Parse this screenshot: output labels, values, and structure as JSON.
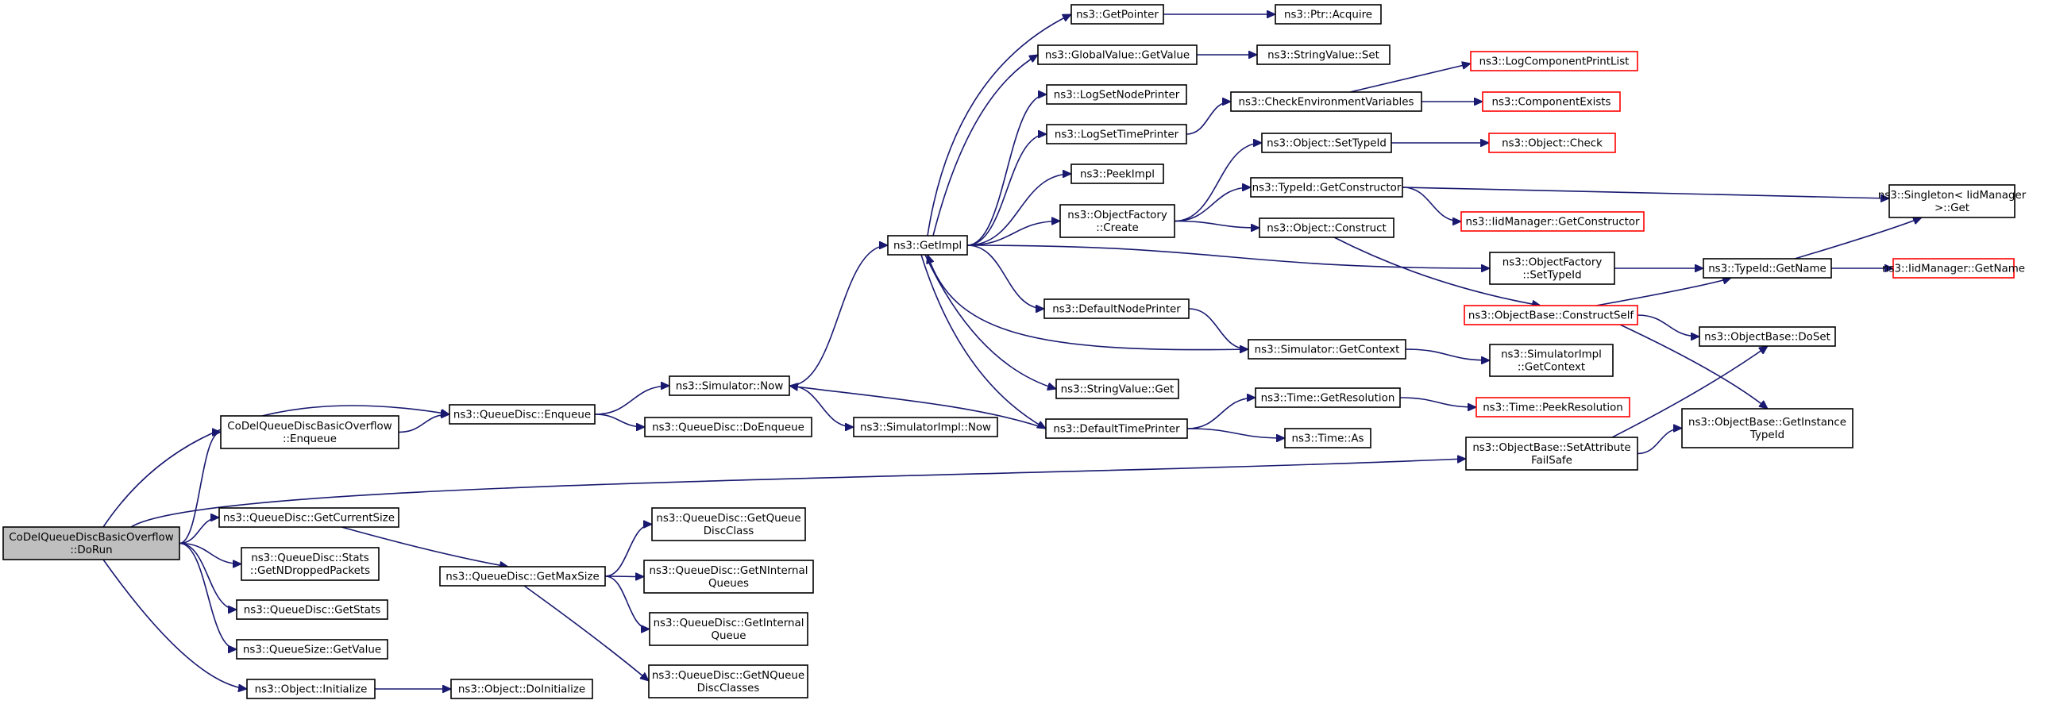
{
  "diagram": {
    "nodes": [
      {
        "id": "root",
        "lines": [
          "CoDelQueueDiscBasicOverflow",
          "::DoRun"
        ],
        "style": "root"
      },
      {
        "id": "codel_enq",
        "lines": [
          "CoDelQueueDiscBasicOverflow",
          "::Enqueue"
        ],
        "style": "normal"
      },
      {
        "id": "qd_enqueue",
        "lines": [
          "ns3::QueueDisc::Enqueue"
        ],
        "style": "normal"
      },
      {
        "id": "sim_now",
        "lines": [
          "ns3::Simulator::Now"
        ],
        "style": "normal"
      },
      {
        "id": "qd_doenqueue",
        "lines": [
          "ns3::QueueDisc::DoEnqueue"
        ],
        "style": "normal"
      },
      {
        "id": "simimpl_now",
        "lines": [
          "ns3::SimulatorImpl::Now"
        ],
        "style": "normal"
      },
      {
        "id": "getimpl",
        "lines": [
          "ns3::GetImpl"
        ],
        "style": "normal"
      },
      {
        "id": "getpointer",
        "lines": [
          "ns3::GetPointer"
        ],
        "style": "normal"
      },
      {
        "id": "ptr_acquire",
        "lines": [
          "ns3::Ptr::Acquire"
        ],
        "style": "normal"
      },
      {
        "id": "gv_getvalue",
        "lines": [
          "ns3::GlobalValue::GetValue"
        ],
        "style": "normal"
      },
      {
        "id": "sv_set",
        "lines": [
          "ns3::StringValue::Set"
        ],
        "style": "normal"
      },
      {
        "id": "lognodeprinter",
        "lines": [
          "ns3::LogSetNodePrinter"
        ],
        "style": "normal"
      },
      {
        "id": "logtimeprinter",
        "lines": [
          "ns3::LogSetTimePrinter"
        ],
        "style": "normal"
      },
      {
        "id": "checkenv",
        "lines": [
          "ns3::CheckEnvironmentVariables"
        ],
        "style": "normal"
      },
      {
        "id": "logcompprint",
        "lines": [
          "ns3::LogComponentPrintList"
        ],
        "style": "red"
      },
      {
        "id": "compexists",
        "lines": [
          "ns3::ComponentExists"
        ],
        "style": "red"
      },
      {
        "id": "peekimpl",
        "lines": [
          "ns3::PeekImpl"
        ],
        "style": "normal"
      },
      {
        "id": "objfactory_create",
        "lines": [
          "ns3::ObjectFactory",
          "::Create"
        ],
        "style": "normal"
      },
      {
        "id": "obj_settypeid",
        "lines": [
          "ns3::Object::SetTypeId"
        ],
        "style": "normal"
      },
      {
        "id": "obj_check",
        "lines": [
          "ns3::Object::Check"
        ],
        "style": "red"
      },
      {
        "id": "typeid_getctor",
        "lines": [
          "ns3::TypeId::GetConstructor"
        ],
        "style": "normal"
      },
      {
        "id": "singleton_get",
        "lines": [
          "ns3::Singleton< IidManager",
          " >::Get"
        ],
        "style": "normal"
      },
      {
        "id": "iid_getctor",
        "lines": [
          "ns3::IidManager::GetConstructor"
        ],
        "style": "red"
      },
      {
        "id": "obj_construct",
        "lines": [
          "ns3::Object::Construct"
        ],
        "style": "normal"
      },
      {
        "id": "objfactory_settypeid",
        "lines": [
          "ns3::ObjectFactory",
          "::SetTypeId"
        ],
        "style": "normal"
      },
      {
        "id": "typeid_getname",
        "lines": [
          "ns3::TypeId::GetName"
        ],
        "style": "normal"
      },
      {
        "id": "iid_getname",
        "lines": [
          "ns3::IidManager::GetName"
        ],
        "style": "red"
      },
      {
        "id": "objbase_constructself",
        "lines": [
          "ns3::ObjectBase::ConstructSelf"
        ],
        "style": "red"
      },
      {
        "id": "defnodeprinter",
        "lines": [
          "ns3::DefaultNodePrinter"
        ],
        "style": "normal"
      },
      {
        "id": "sim_getcontext",
        "lines": [
          "ns3::Simulator::GetContext"
        ],
        "style": "normal"
      },
      {
        "id": "simimpl_getcontext",
        "lines": [
          "ns3::SimulatorImpl",
          "::GetContext"
        ],
        "style": "normal"
      },
      {
        "id": "objbase_doset",
        "lines": [
          "ns3::ObjectBase::DoSet"
        ],
        "style": "normal"
      },
      {
        "id": "sv_get",
        "lines": [
          "ns3::StringValue::Get"
        ],
        "style": "normal"
      },
      {
        "id": "deftimeprinter",
        "lines": [
          "ns3::DefaultTimePrinter"
        ],
        "style": "normal"
      },
      {
        "id": "time_getres",
        "lines": [
          "ns3::Time::GetResolution"
        ],
        "style": "normal"
      },
      {
        "id": "time_peekres",
        "lines": [
          "ns3::Time::PeekResolution"
        ],
        "style": "red"
      },
      {
        "id": "time_as",
        "lines": [
          "ns3::Time::As"
        ],
        "style": "normal"
      },
      {
        "id": "objbase_getinst",
        "lines": [
          "ns3::ObjectBase::GetInstance",
          "TypeId"
        ],
        "style": "normal"
      },
      {
        "id": "objbase_setattr",
        "lines": [
          "ns3::ObjectBase::SetAttribute",
          "FailSafe"
        ],
        "style": "normal"
      },
      {
        "id": "qd_getcursize",
        "lines": [
          "ns3::QueueDisc::GetCurrentSize"
        ],
        "style": "normal"
      },
      {
        "id": "qd_getmaxsize",
        "lines": [
          "ns3::QueueDisc::GetMaxSize"
        ],
        "style": "normal"
      },
      {
        "id": "qd_getqdclass",
        "lines": [
          "ns3::QueueDisc::GetQueue",
          "DiscClass"
        ],
        "style": "normal"
      },
      {
        "id": "qd_getninternal",
        "lines": [
          "ns3::QueueDisc::GetNInternal",
          "Queues"
        ],
        "style": "normal"
      },
      {
        "id": "qd_getinternal",
        "lines": [
          "ns3::QueueDisc::GetInternal",
          "Queue"
        ],
        "style": "normal"
      },
      {
        "id": "qd_getnqdclasses",
        "lines": [
          "ns3::QueueDisc::GetNQueue",
          "DiscClasses"
        ],
        "style": "normal"
      },
      {
        "id": "qd_stats_dropped",
        "lines": [
          "ns3::QueueDisc::Stats",
          "::GetNDroppedPackets"
        ],
        "style": "normal"
      },
      {
        "id": "qd_getstats",
        "lines": [
          "ns3::QueueDisc::GetStats"
        ],
        "style": "normal"
      },
      {
        "id": "qs_getvalue",
        "lines": [
          "ns3::QueueSize::GetValue"
        ],
        "style": "normal"
      },
      {
        "id": "obj_initialize",
        "lines": [
          "ns3::Object::Initialize"
        ],
        "style": "normal"
      },
      {
        "id": "obj_doinitialize",
        "lines": [
          "ns3::Object::DoInitialize"
        ],
        "style": "normal"
      }
    ],
    "edges": [
      [
        "root",
        "codel_enq"
      ],
      [
        "root",
        "qd_enqueue"
      ],
      [
        "root",
        "objbase_setattr"
      ],
      [
        "root",
        "qd_getcursize"
      ],
      [
        "root",
        "qd_stats_dropped"
      ],
      [
        "root",
        "qd_getstats"
      ],
      [
        "root",
        "qs_getvalue"
      ],
      [
        "root",
        "obj_initialize"
      ],
      [
        "codel_enq",
        "qd_enqueue"
      ],
      [
        "qd_enqueue",
        "sim_now"
      ],
      [
        "qd_enqueue",
        "qd_doenqueue"
      ],
      [
        "sim_now",
        "getimpl"
      ],
      [
        "sim_now",
        "simimpl_now"
      ],
      [
        "getimpl",
        "getpointer"
      ],
      [
        "getimpl",
        "gv_getvalue"
      ],
      [
        "getimpl",
        "lognodeprinter"
      ],
      [
        "getimpl",
        "logtimeprinter"
      ],
      [
        "getimpl",
        "peekimpl"
      ],
      [
        "getimpl",
        "objfactory_create"
      ],
      [
        "getimpl",
        "objfactory_settypeid"
      ],
      [
        "getimpl",
        "defnodeprinter"
      ],
      [
        "getimpl",
        "sv_get"
      ],
      [
        "getimpl",
        "deftimeprinter"
      ],
      [
        "getpointer",
        "ptr_acquire"
      ],
      [
        "gv_getvalue",
        "sv_set"
      ],
      [
        "logtimeprinter",
        "checkenv"
      ],
      [
        "checkenv",
        "logcompprint"
      ],
      [
        "checkenv",
        "compexists"
      ],
      [
        "objfactory_create",
        "obj_settypeid"
      ],
      [
        "objfactory_create",
        "typeid_getctor"
      ],
      [
        "objfactory_create",
        "obj_construct"
      ],
      [
        "obj_settypeid",
        "obj_check"
      ],
      [
        "typeid_getctor",
        "singleton_get"
      ],
      [
        "typeid_getctor",
        "iid_getctor"
      ],
      [
        "obj_construct",
        "objbase_constructself"
      ],
      [
        "objfactory_settypeid",
        "typeid_getname"
      ],
      [
        "typeid_getname",
        "singleton_get"
      ],
      [
        "typeid_getname",
        "iid_getname"
      ],
      [
        "objbase_constructself",
        "typeid_getname"
      ],
      [
        "objbase_constructself",
        "objbase_doset"
      ],
      [
        "objbase_constructself",
        "objbase_getinst"
      ],
      [
        "defnodeprinter",
        "sim_getcontext"
      ],
      [
        "sim_getcontext",
        "getimpl"
      ],
      [
        "sim_getcontext",
        "simimpl_getcontext"
      ],
      [
        "deftimeprinter",
        "sim_now"
      ],
      [
        "deftimeprinter",
        "time_getres"
      ],
      [
        "deftimeprinter",
        "time_as"
      ],
      [
        "time_getres",
        "time_peekres"
      ],
      [
        "objbase_setattr",
        "objbase_doset"
      ],
      [
        "objbase_setattr",
        "objbase_getinst"
      ],
      [
        "qd_getcursize",
        "qd_getmaxsize"
      ],
      [
        "qd_getmaxsize",
        "qd_getqdclass"
      ],
      [
        "qd_getmaxsize",
        "qd_getninternal"
      ],
      [
        "qd_getmaxsize",
        "qd_getinternal"
      ],
      [
        "qd_getmaxsize",
        "qd_getnqdclasses"
      ],
      [
        "obj_initialize",
        "obj_doinitialize"
      ]
    ]
  }
}
